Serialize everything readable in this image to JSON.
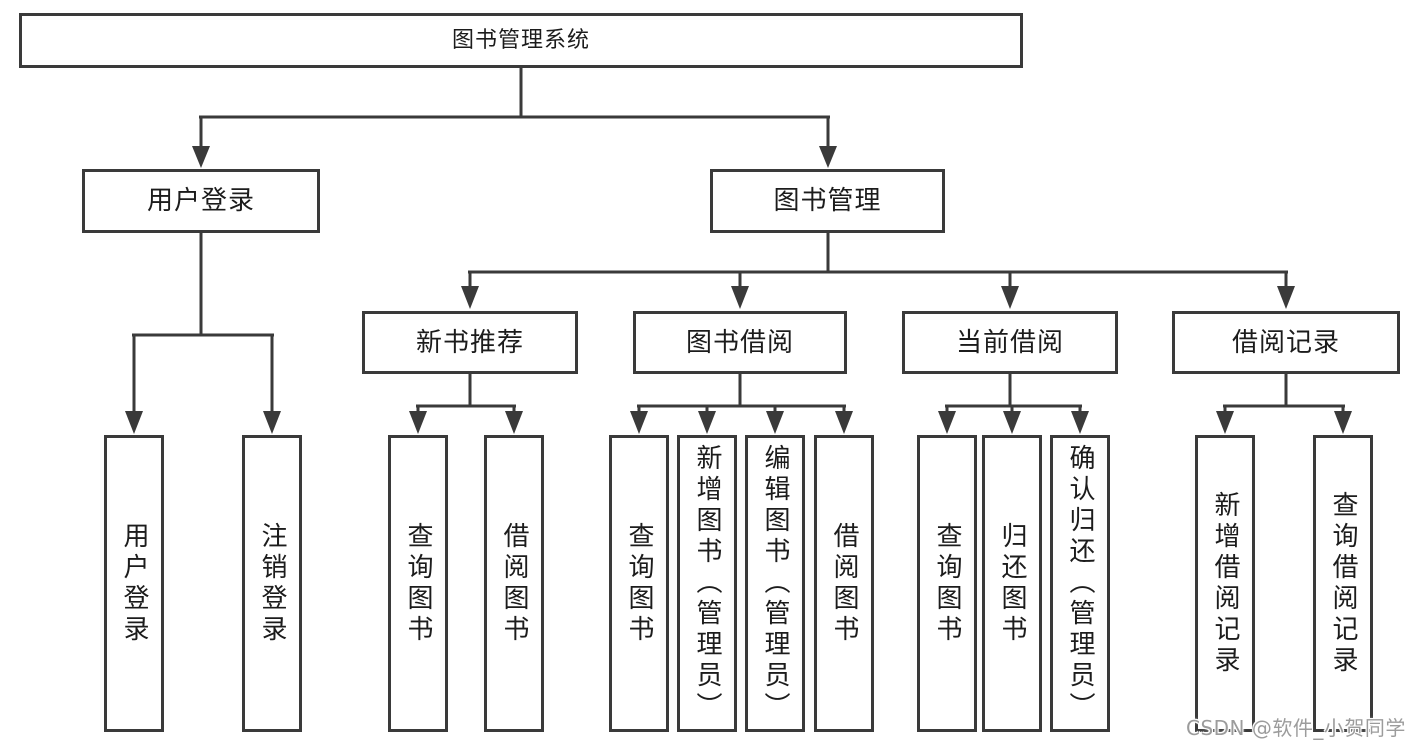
{
  "tree": {
    "root": {
      "label": "图书管理系统",
      "children": [
        {
          "label": "用户登录",
          "children": [
            {
              "label": "用户登录"
            },
            {
              "label": "注销登录"
            }
          ]
        },
        {
          "label": "图书管理",
          "children": [
            {
              "label": "新书推荐",
              "children": [
                {
                  "label": "查询图书"
                },
                {
                  "label": "借阅图书"
                }
              ]
            },
            {
              "label": "图书借阅",
              "children": [
                {
                  "label": "查询图书"
                },
                {
                  "label": "新增图书（管理员）"
                },
                {
                  "label": "编辑图书（管理员）"
                },
                {
                  "label": "借阅图书"
                }
              ]
            },
            {
              "label": "当前借阅",
              "children": [
                {
                  "label": "查询图书"
                },
                {
                  "label": "归还图书"
                },
                {
                  "label": "确认归还（管理员）"
                }
              ]
            },
            {
              "label": "借阅记录",
              "children": [
                {
                  "label": "新增借阅记录"
                },
                {
                  "label": "查询借阅记录"
                }
              ]
            }
          ]
        }
      ]
    }
  },
  "watermark": "CSDN @软件_小贺同学",
  "colors": {
    "line": "#3a3a3a",
    "text": "#1c1c1c",
    "watermark_text": "#9c9c9c",
    "background": "#ffffff"
  }
}
